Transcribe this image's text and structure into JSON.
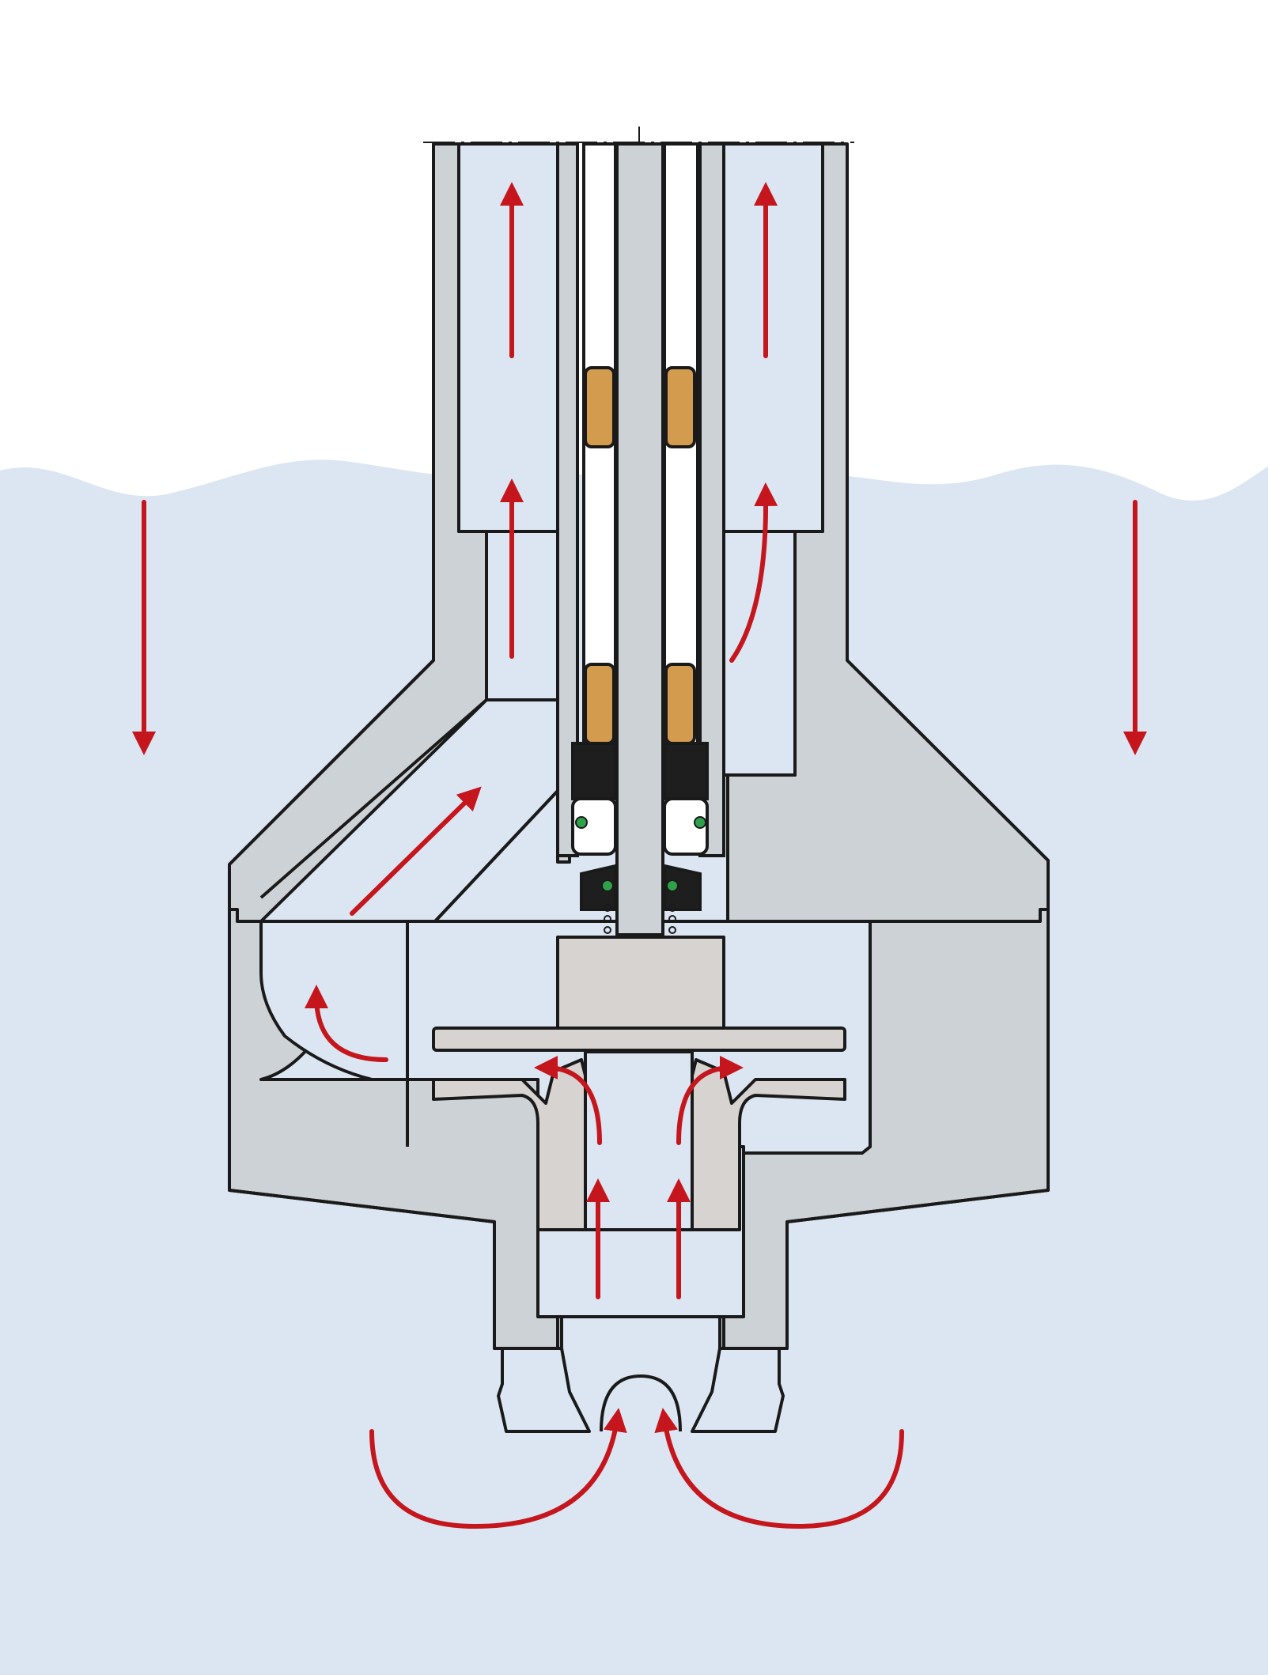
{
  "diagram": {
    "labels": [],
    "colors": {
      "background": "#ffffff",
      "water": "#dce6f2",
      "housing": "#cdd2d6",
      "impeller": "#d6d3d0",
      "outline": "#1a1a1a",
      "flow_arrow": "#c4161c",
      "bearing": "#d29b4e",
      "seal": "#1e1e1e",
      "o_ring": "#2fa14b"
    },
    "flow_arrows": [
      {
        "name": "inlet-left-curve",
        "direction": "up"
      },
      {
        "name": "inlet-right-curve",
        "direction": "up"
      },
      {
        "name": "impeller-eye-left",
        "direction": "up"
      },
      {
        "name": "impeller-eye-right",
        "direction": "up"
      },
      {
        "name": "impeller-vane-left",
        "direction": "left"
      },
      {
        "name": "impeller-vane-right",
        "direction": "right"
      },
      {
        "name": "volute-return",
        "direction": "up"
      },
      {
        "name": "diffuser-diagonal",
        "direction": "up-right"
      },
      {
        "name": "riser-left-lower",
        "direction": "up"
      },
      {
        "name": "riser-left-upper",
        "direction": "up"
      },
      {
        "name": "riser-right-curve",
        "direction": "up"
      },
      {
        "name": "riser-right-upper",
        "direction": "up"
      },
      {
        "name": "water-left-down",
        "direction": "down"
      },
      {
        "name": "water-right-down",
        "direction": "down"
      }
    ]
  }
}
